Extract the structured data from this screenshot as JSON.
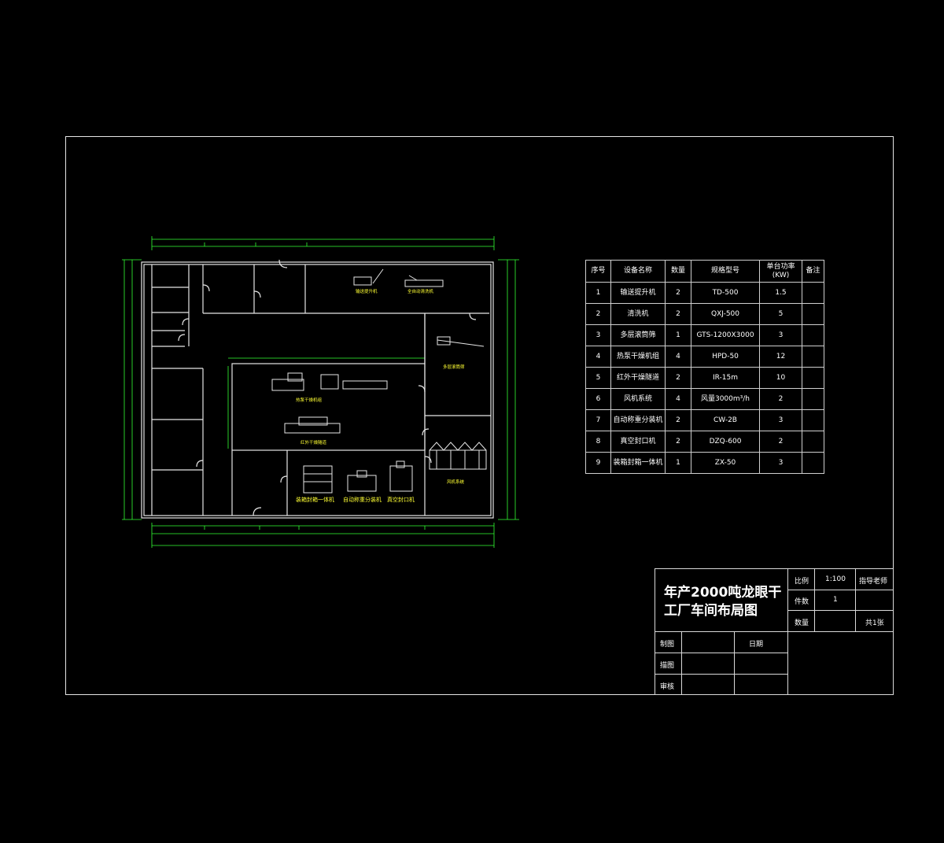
{
  "drawing_title": "年产2000吨龙眼干工厂车间布局图",
  "equipment_table": {
    "headers": [
      "序号",
      "设备名称",
      "数量",
      "规格型号",
      "单台功率(KW)",
      "备注"
    ],
    "rows": [
      [
        "1",
        "输送提升机",
        "2",
        "TD-500",
        "1.5",
        ""
      ],
      [
        "2",
        "清洗机",
        "2",
        "QXJ-500",
        "5",
        ""
      ],
      [
        "3",
        "多层滚筒筛",
        "1",
        "GTS-1200X3000",
        "3",
        ""
      ],
      [
        "4",
        "热泵干燥机组",
        "4",
        "HPD-50",
        "12",
        ""
      ],
      [
        "5",
        "红外干燥隧道",
        "2",
        "IR-15m",
        "10",
        ""
      ],
      [
        "6",
        "风机系统",
        "4",
        "风量3000m³/h",
        "2",
        ""
      ],
      [
        "7",
        "自动称重分装机",
        "2",
        "CW-2B",
        "3",
        ""
      ],
      [
        "8",
        "真空封口机",
        "2",
        "DZQ-600",
        "2",
        ""
      ],
      [
        "9",
        "装箱封箱一体机",
        "1",
        "ZX-50",
        "3",
        ""
      ]
    ]
  },
  "title_block": {
    "labels": {
      "scale": "比例",
      "scale_value": "1:100",
      "instructor": "指导老师",
      "quantity": "件数",
      "quantity_value": "1",
      "weight": "数量",
      "sheets": "共1张",
      "drawn": "制图",
      "date": "日期",
      "traced": "描图",
      "reviewed": "审核"
    }
  },
  "floor_plan": {
    "equipment_labels": {
      "conveyor": "输送提升机",
      "washer": "全自动清洗机",
      "screen": "多层滚筒筛",
      "heat_pump": "热泵干燥机组",
      "infrared": "红外干燥隧道",
      "fan": "风机系统",
      "packer": "装箱封箱一体机",
      "weigher": "自动称重分装机",
      "sealer": "真空封口机"
    }
  },
  "colors": {
    "background": "#000000",
    "wall": "#e6e6e6",
    "dimension": "#33ff33",
    "equipment_label": "#ffff33",
    "table_line": "#cfcfcf"
  }
}
